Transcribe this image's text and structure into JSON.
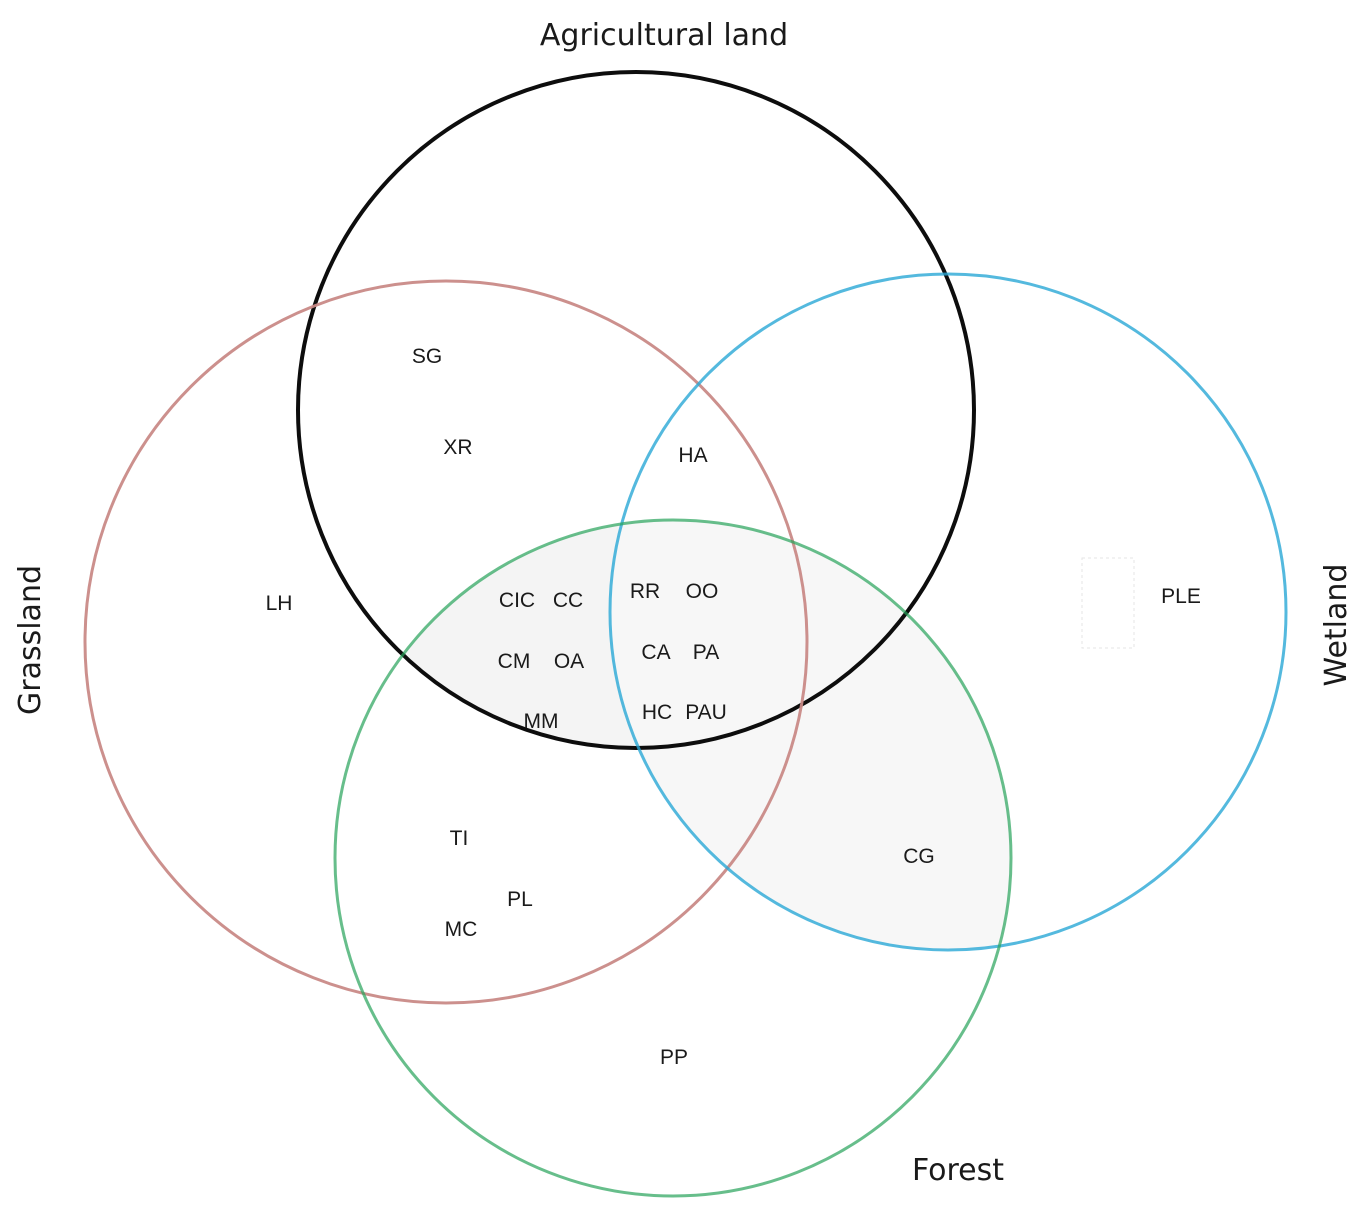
{
  "sets": [
    {
      "id": "agricultural",
      "title": "Agricultural land",
      "color": "#000000"
    },
    {
      "id": "grassland",
      "title": "Grassland",
      "color": "#c98a87"
    },
    {
      "id": "wetland",
      "title": "Wetland",
      "color": "#29a8d6"
    },
    {
      "id": "forest",
      "title": "Forest",
      "color": "#27a35a"
    }
  ],
  "members": [
    {
      "label": "SG"
    },
    {
      "label": "XR"
    },
    {
      "label": "HA"
    },
    {
      "label": "LH"
    },
    {
      "label": "CIC"
    },
    {
      "label": "CC"
    },
    {
      "label": "RR"
    },
    {
      "label": "OO"
    },
    {
      "label": "CM"
    },
    {
      "label": "OA"
    },
    {
      "label": "CA"
    },
    {
      "label": "PA"
    },
    {
      "label": "MM"
    },
    {
      "label": "HC"
    },
    {
      "label": "PAU"
    },
    {
      "label": "PLE"
    },
    {
      "label": "TI"
    },
    {
      "label": "PL"
    },
    {
      "label": "MC"
    },
    {
      "label": "CG"
    },
    {
      "label": "PP"
    }
  ]
}
